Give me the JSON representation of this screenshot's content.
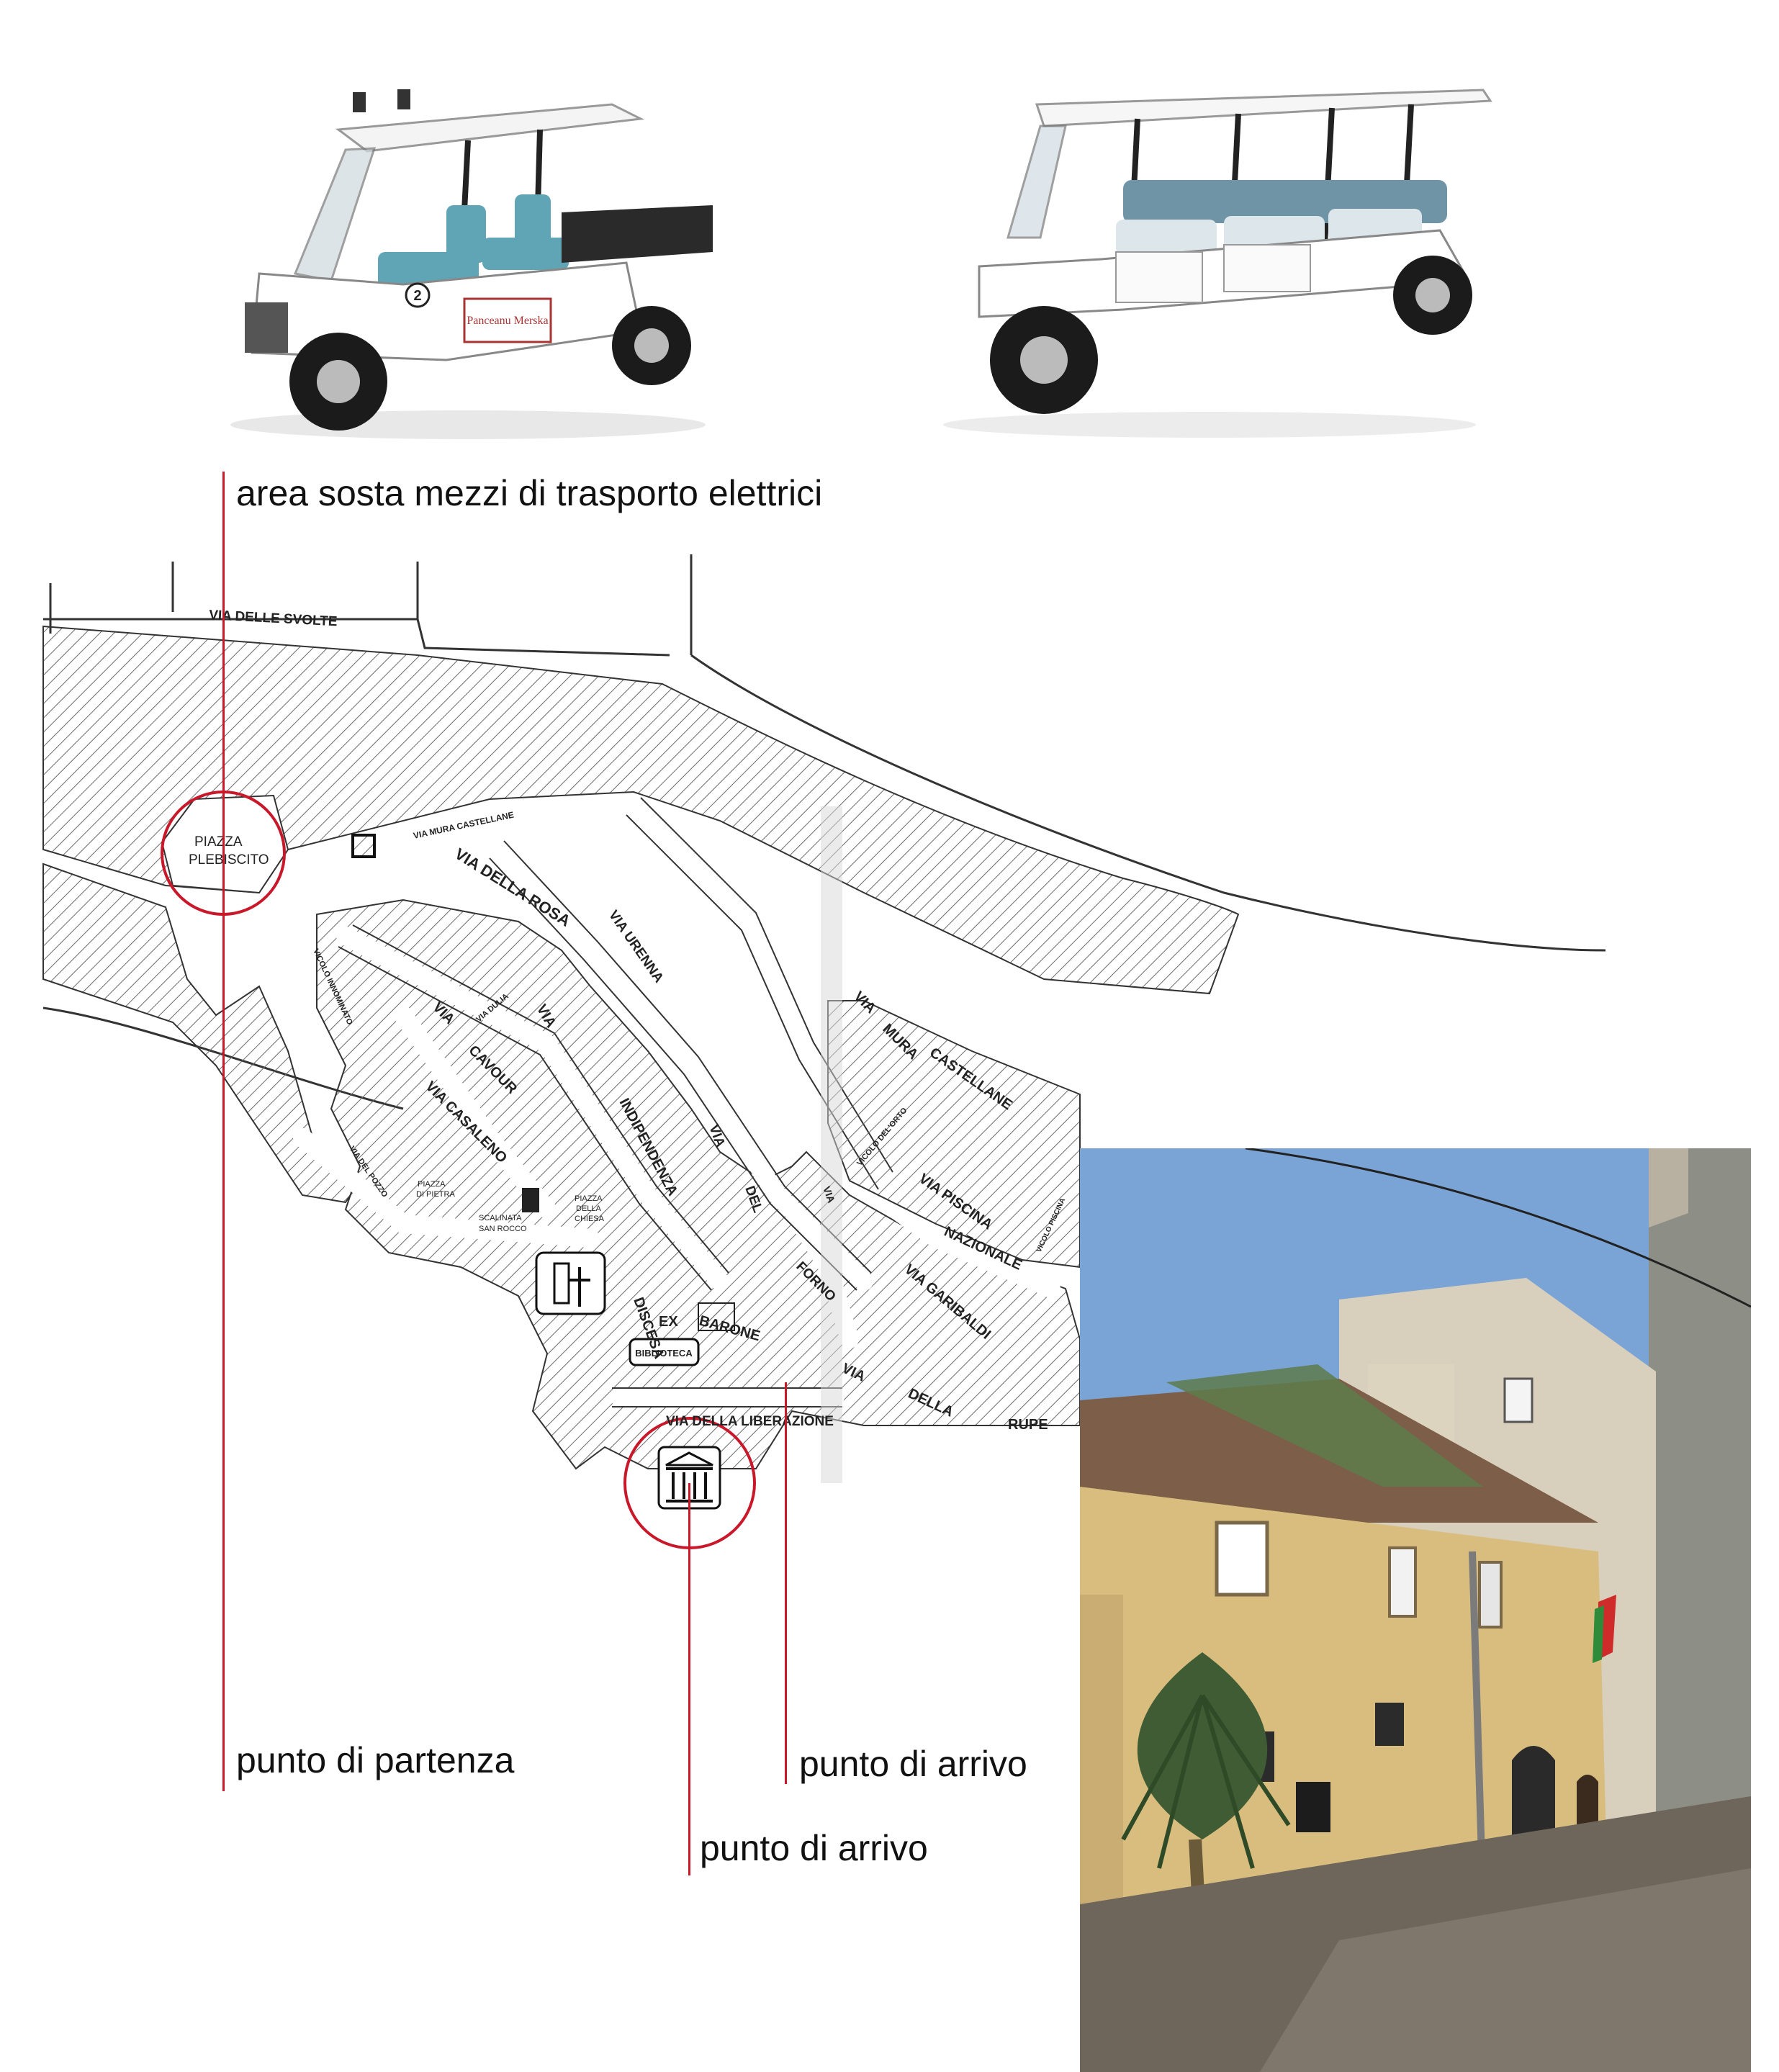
{
  "callouts": {
    "parking_label": "area sosta mezzi di trasporto elettrici",
    "start_label": "punto di partenza",
    "arrival_label_1": "punto di arrivo",
    "arrival_label_2": "punto di arrivo"
  },
  "vehicles": {
    "left_cart_badge": "2",
    "left_cart_sign": "Panceanu Merska"
  },
  "map": {
    "streets": {
      "via_delle_svolte": "VIA DELLE SVOLTE",
      "via_mura_castellane_top": "VIA MURA CASTELLANE",
      "via_della_rosa": "VIA DELLA ROSA",
      "via_urenna": "VIA URENNA",
      "vicolo_innominato": "VICOLO INNOMINATO",
      "via_dulia": "VIA DULIA",
      "via_cavour_1": "VIA",
      "via_cavour_2": "CAVOUR",
      "via_indipendenza_1": "VIA",
      "via_indipendenza_2": "INDIPENDENZA",
      "via_casaleno": "VIA CASALENO",
      "via_del_pozzo": "VIA DEL POZZO",
      "via_del_forno_1": "VIA",
      "via_del_forno_2": "DEL",
      "via_del_forno_3": "FORNO",
      "via_mura_castellane_1": "VIA",
      "via_mura_castellane_2": "MURA",
      "via_mura_castellane_3": "CASTELLANE",
      "vicolo_fonte": "VICOLO DEL'ORTO",
      "via_piscina": "VIA PISCINA",
      "nazionale": "NAZIONALE",
      "vicolo_piscina": "VICOLO PISCINA",
      "via_garibaldi": "VIA GARIBALDI",
      "discesa": "DISCESA",
      "ex": "EX",
      "barone": "BARONE",
      "via_della_rupe_1": "VIA",
      "via_della_rupe_2": "DELLA",
      "via_della_rupe_3": "RUPE",
      "via_della_liberazione": "VIA DELLA LIBERAZIONE",
      "via_small": "VIA"
    },
    "places": {
      "piazza_plebiscito_1": "PIAZZA",
      "piazza_plebiscito_2": "PLEBISCITO",
      "piazza_di_pietra_1": "PIAZZA",
      "piazza_di_pietra_2": "DI PIETRA",
      "scalinata_1": "SCALINATA",
      "scalinata_2": "SAN ROCCO",
      "piazza_chiesa_1": "PIAZZA",
      "piazza_chiesa_2": "DELLA",
      "piazza_chiesa_3": "CHIESA",
      "biblioteca": "BIBLIOTECA"
    },
    "icons": [
      "church-icon",
      "temple-icon"
    ]
  },
  "colors": {
    "accent_red": "#c8182a",
    "hatch": "#6a6a6a",
    "sky": "#6f9bd0",
    "wall": "#d8bd7f"
  }
}
